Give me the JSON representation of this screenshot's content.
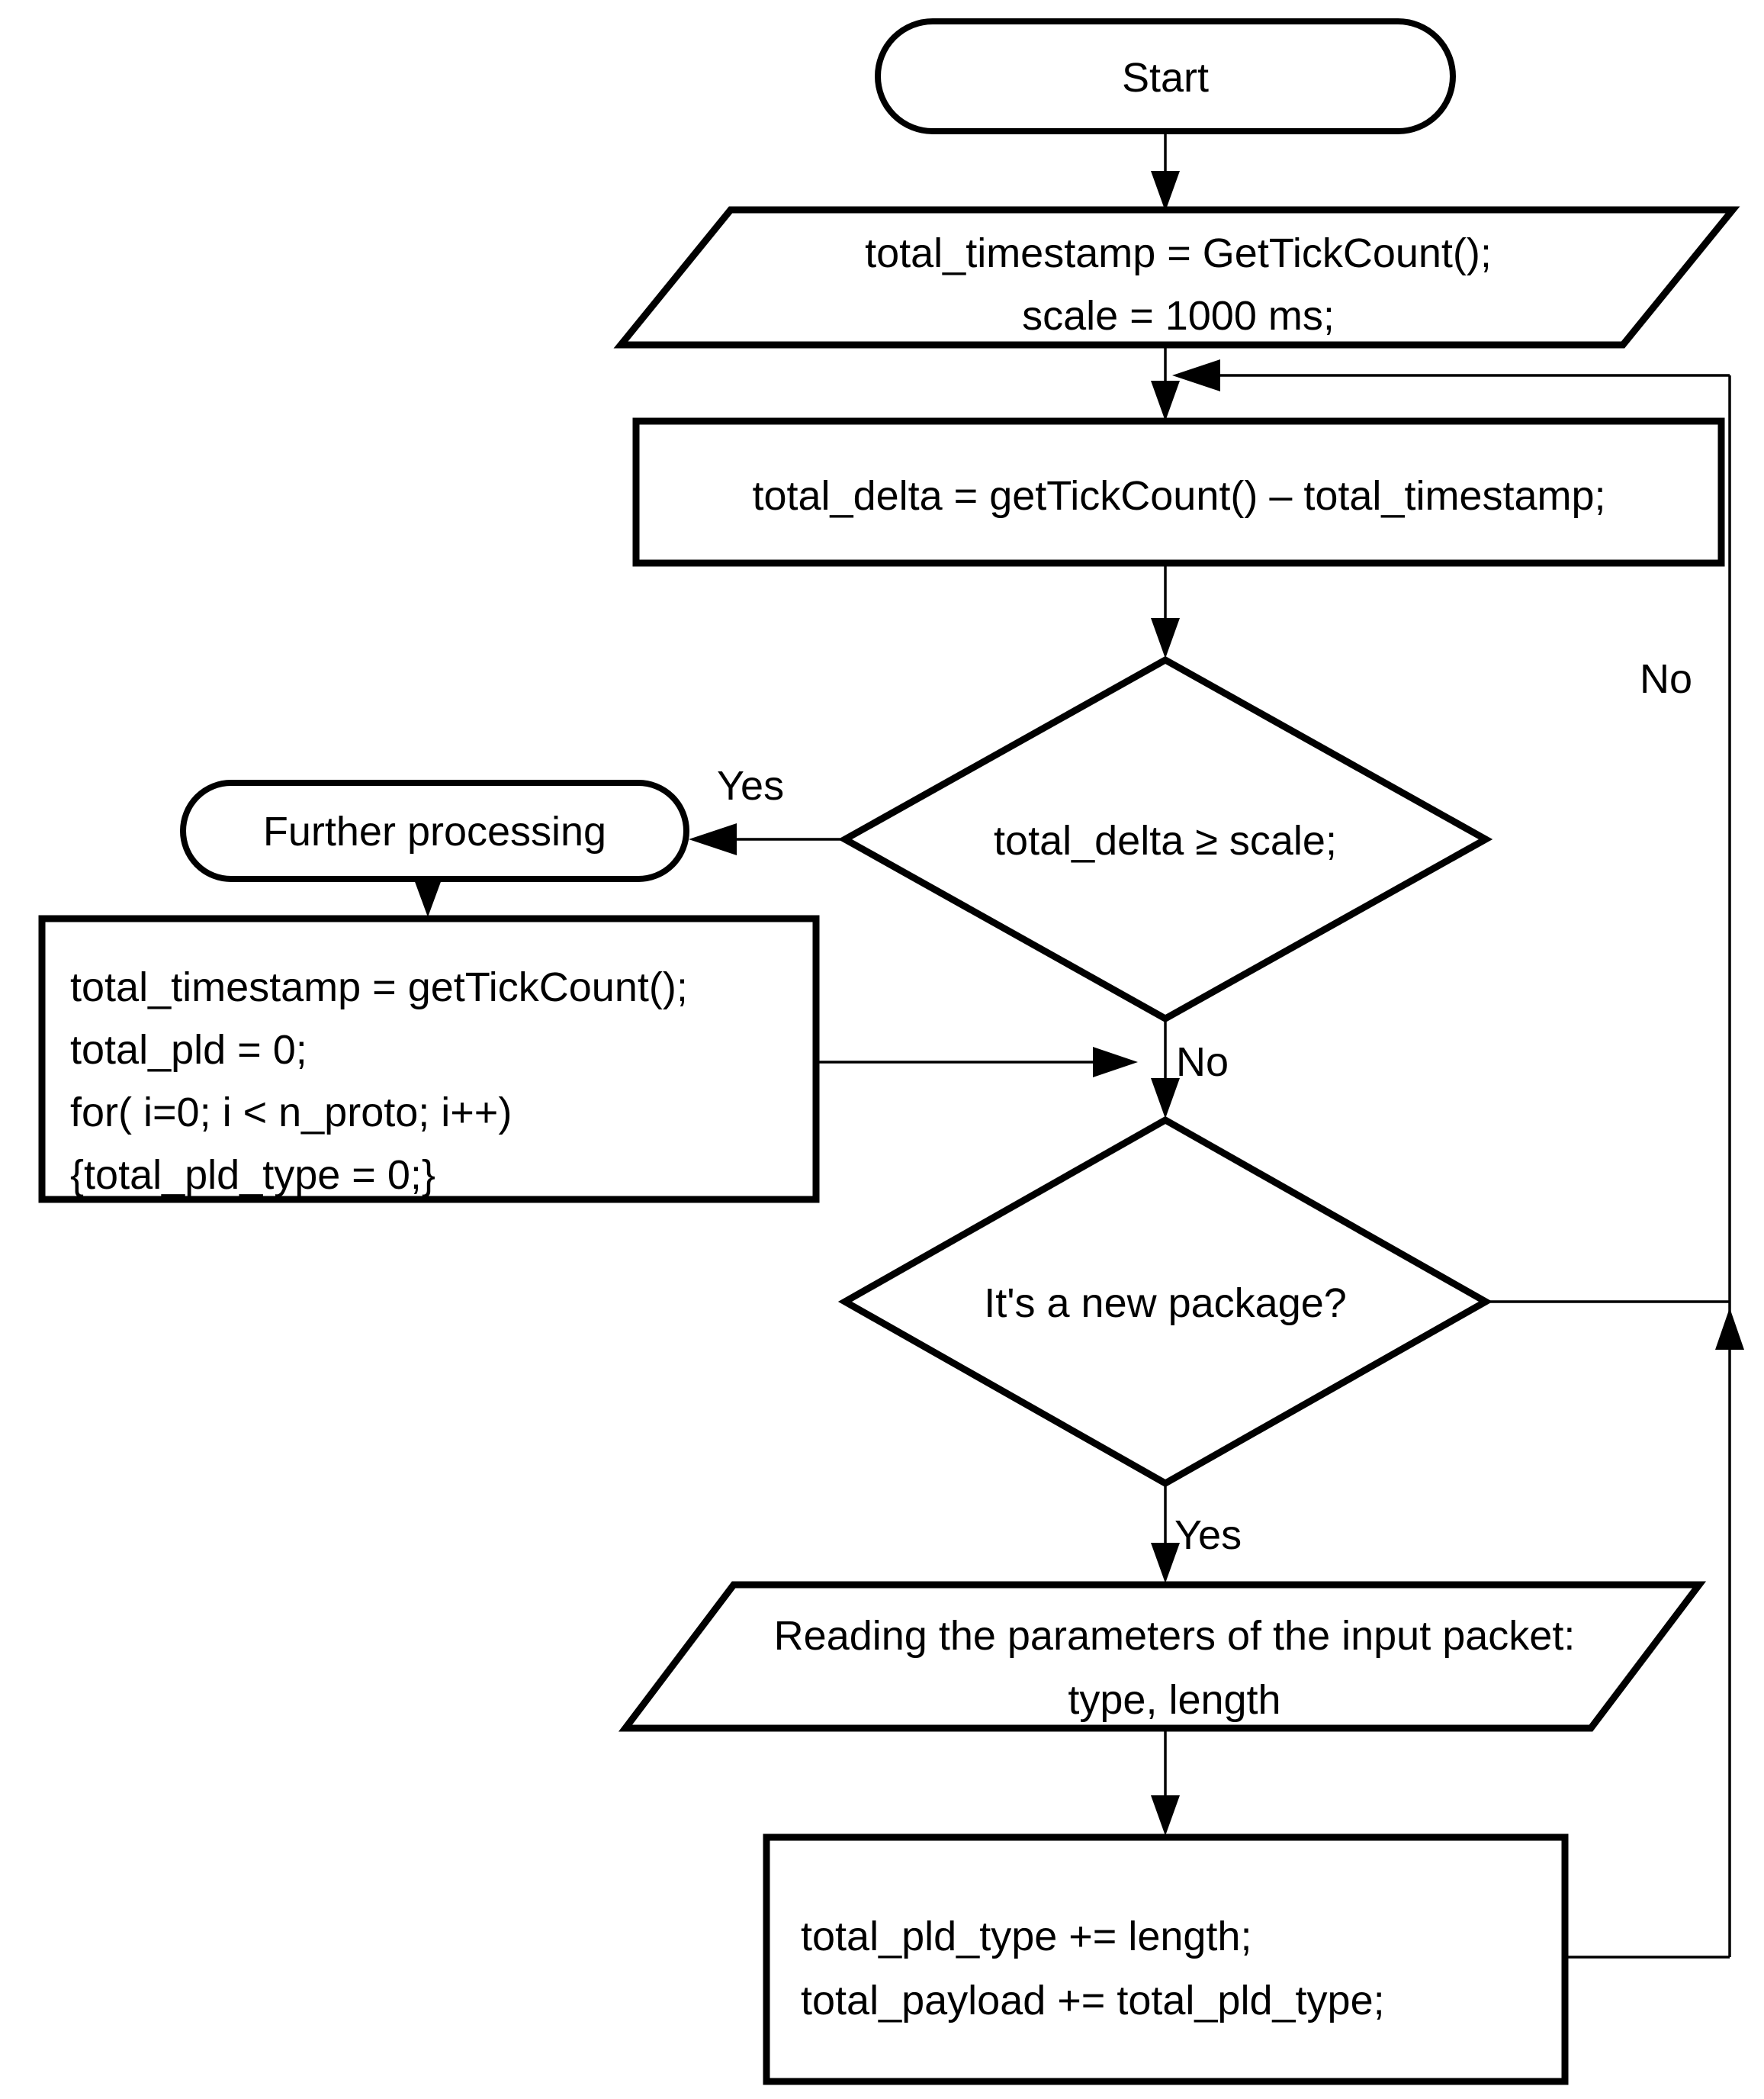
{
  "diagram": {
    "title_hint": "packet payload accounting flowchart",
    "colors": {
      "ink": "#000000",
      "paper": "#ffffff"
    },
    "nodes": {
      "start": {
        "type": "terminator",
        "label": "Start"
      },
      "init": {
        "type": "io",
        "lines": [
          "total_timestamp = GetTickCount();",
          "scale = 1000 ms;"
        ]
      },
      "compute": {
        "type": "process",
        "label": "total_delta = getTickCount() – total_timestamp;"
      },
      "check": {
        "type": "decision",
        "label": "total_delta ≥ scale;"
      },
      "further": {
        "type": "terminator",
        "label": "Further processing"
      },
      "reset": {
        "type": "process",
        "lines": [
          "total_timestamp = getTickCount();",
          "total_pld = 0;",
          "for( i=0; i < n_proto; i++)",
          "{total_pld_type = 0;}"
        ]
      },
      "newpkg": {
        "type": "decision",
        "label": "It's a new package?"
      },
      "read": {
        "type": "io",
        "lines": [
          "Reading the parameters of the input packet:",
          "type, length"
        ]
      },
      "accum": {
        "type": "process",
        "lines": [
          "total_pld_type += length;",
          "total_payload += total_pld_type;"
        ]
      }
    },
    "edge_labels": {
      "yes_to_further": "Yes",
      "no_check_down": "No",
      "yes_newpkg_down": "Yes",
      "no_loop_back": "No"
    }
  }
}
